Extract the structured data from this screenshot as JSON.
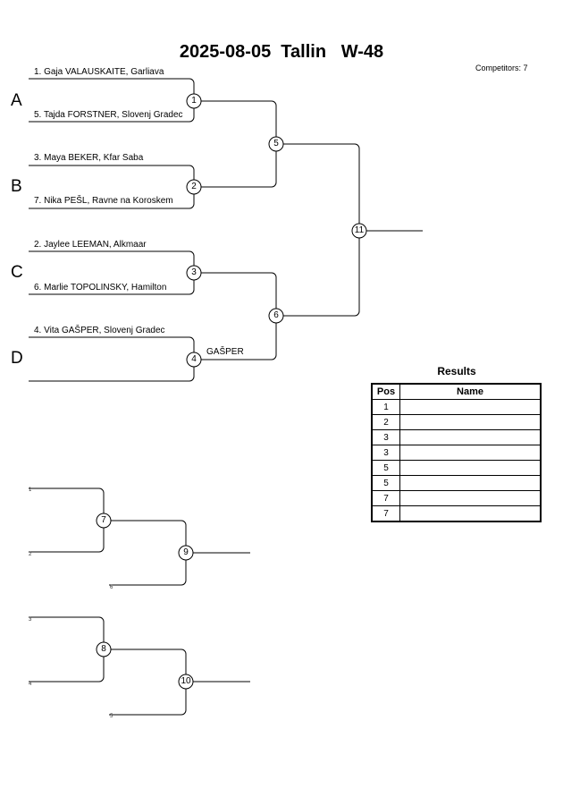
{
  "header": {
    "title": "2025-08-05  Tallin   W-48",
    "competitors": "Competitors: 7"
  },
  "pools": [
    "A",
    "B",
    "C",
    "D"
  ],
  "entries": [
    {
      "slot": "1. Gaja VALAUSKAITE, Garliava"
    },
    {
      "slot": "5. Tajda FORSTNER, Slovenj Gradec"
    },
    {
      "slot": "3. Maya BEKER, Kfar Saba"
    },
    {
      "slot": "7. Nika PEŠL, Ravne na Koroskem"
    },
    {
      "slot": "2. Jaylee LEEMAN, Alkmaar"
    },
    {
      "slot": "6. Marlie TOPOLINSKY, Hamilton"
    },
    {
      "slot": "4. Vita GAŠPER, Slovenj Gradec"
    }
  ],
  "bye_winner": "GAŠPER",
  "matches": [
    "1",
    "2",
    "3",
    "4",
    "5",
    "6",
    "11",
    "7",
    "9",
    "8",
    "10"
  ],
  "repechage_labels": [
    "1",
    "2",
    "6",
    "3",
    "4",
    "5"
  ],
  "results": {
    "title": "Results",
    "headers": {
      "pos": "Pos",
      "name": "Name"
    },
    "rows": [
      {
        "pos": "1",
        "name": ""
      },
      {
        "pos": "2",
        "name": ""
      },
      {
        "pos": "3",
        "name": ""
      },
      {
        "pos": "3",
        "name": ""
      },
      {
        "pos": "5",
        "name": ""
      },
      {
        "pos": "5",
        "name": ""
      },
      {
        "pos": "7",
        "name": ""
      },
      {
        "pos": "7",
        "name": ""
      }
    ]
  }
}
